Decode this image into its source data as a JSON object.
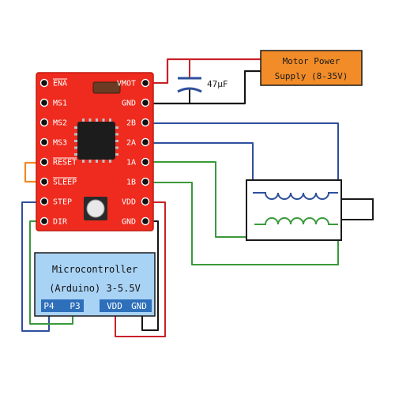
{
  "driver": {
    "left_pins": [
      "ENA",
      "MS1",
      "MS2",
      "MS3",
      "RESET",
      "SLEEP",
      "STEP",
      "DIR"
    ],
    "right_pins": [
      "VMOT",
      "GND",
      "2B",
      "2A",
      "1A",
      "1B",
      "VDD",
      "GND"
    ]
  },
  "capacitor": {
    "label": "47µF"
  },
  "power_supply": {
    "line1": "Motor Power",
    "line2": "Supply (8-35V)"
  },
  "microcontroller": {
    "line1": "Microcontroller",
    "line2": "(Arduino) 3-5.5V",
    "pins": [
      "P4",
      "P3",
      "VDD",
      "GND"
    ]
  },
  "colors": {
    "board": "#ee2b1e",
    "board_edge": "#c21a10",
    "chip": "#1c1c1c",
    "power_box": "#f28c28",
    "mcu_box": "#a9d3f5",
    "mcu_pin_bar": "#2e6fba",
    "wire_red": "#c8212a",
    "wire_black": "#151515",
    "wire_blue": "#2e4f9c",
    "wire_green": "#3a9a3a",
    "wire_orange": "#f08a24"
  }
}
